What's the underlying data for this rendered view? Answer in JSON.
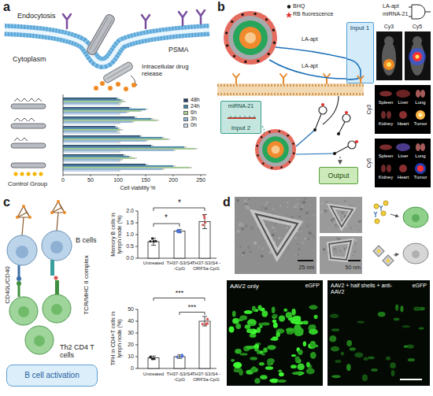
{
  "diagram": {
    "nodes": [
      {
        "text": [
          "Input 1"
        ]
      },
      {
        "text": [
          "miRNA-21",
          "Input 2"
        ]
      },
      {
        "text": [
          "Output"
        ]
      },
      {
        "text": [
          "B cell activation"
        ]
      }
    ],
    "labels": [
      "a",
      "Endocytosis",
      "PSMA",
      "Cytoplasm",
      "Intracellular drug release",
      "Control Group",
      "0",
      "50",
      "100",
      "150",
      "200",
      "250",
      "Cell viability %",
      "b",
      "BHQ",
      "RB fluorescence",
      "LA-apt",
      "LA-apt",
      "LA-apt",
      "miRNA-21",
      "Cy3",
      "Cy5",
      "Spleen",
      "Liver",
      "Lung",
      "Kidney",
      "Heart",
      "Tumor",
      "Spleen",
      "Liver",
      "Lung",
      "Kidney",
      "Heart",
      "Tumor",
      "Cy3",
      "Cy5",
      "c",
      "B cells",
      "CD40L/CD40",
      "TCR/MHC II complex",
      "Th2 CD4 T cells",
      "Memory B cells in lymph node (%)",
      "2.0",
      "1.5",
      "1.0",
      "0.5",
      "0.0",
      "*",
      "*",
      "Untreated",
      "TH37-S3/S4 -CpG",
      "TH37-S3/S4 -ORF3a-CpG",
      "TFH in CD4+T cells in lymph node (%)",
      "50",
      "40",
      "30",
      "20",
      "10",
      "0",
      "***",
      "***",
      "Untreated",
      "TH37-S3/S4 -CpG",
      "TH37-S3/S4 -ORF3a-CpG",
      "d",
      "25 nm",
      "50 nm",
      "AAV2 only",
      "eGFP",
      "AAV2 + half shells + anti-AAV2",
      "eGFP"
    ],
    "legend": [
      {
        "text": "48h",
        "color": "#1f3f68"
      },
      {
        "text": "24h",
        "color": "#3a86a8"
      },
      {
        "text": "6h",
        "color": "#a8d18d"
      },
      {
        "text": "3h",
        "color": "#8fb8de"
      },
      {
        "text": "0h",
        "color": "#cfe2f3"
      }
    ]
  }
}
